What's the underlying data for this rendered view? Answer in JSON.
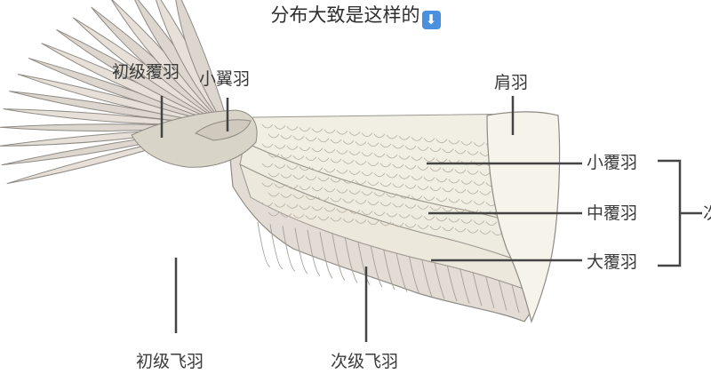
{
  "title": "分布大致是这样的",
  "title_icon": "down-arrow-icon",
  "labels": {
    "primary_coverts": "初级覆羽",
    "alula": "小翼羽",
    "scapulars": "肩羽",
    "lesser_coverts": "小覆羽",
    "median_coverts": "中覆羽",
    "greater_coverts": "大覆羽",
    "bracket_label": "次",
    "primaries": "初级飞羽",
    "secondaries": "次级飞羽"
  },
  "colors": {
    "leader_line": "#444444",
    "feather_fill": "#e3ddd6",
    "covert_fill": "#eeeadd",
    "scapular_fill": "#f4f1e6",
    "outline": "#8e8a84"
  }
}
